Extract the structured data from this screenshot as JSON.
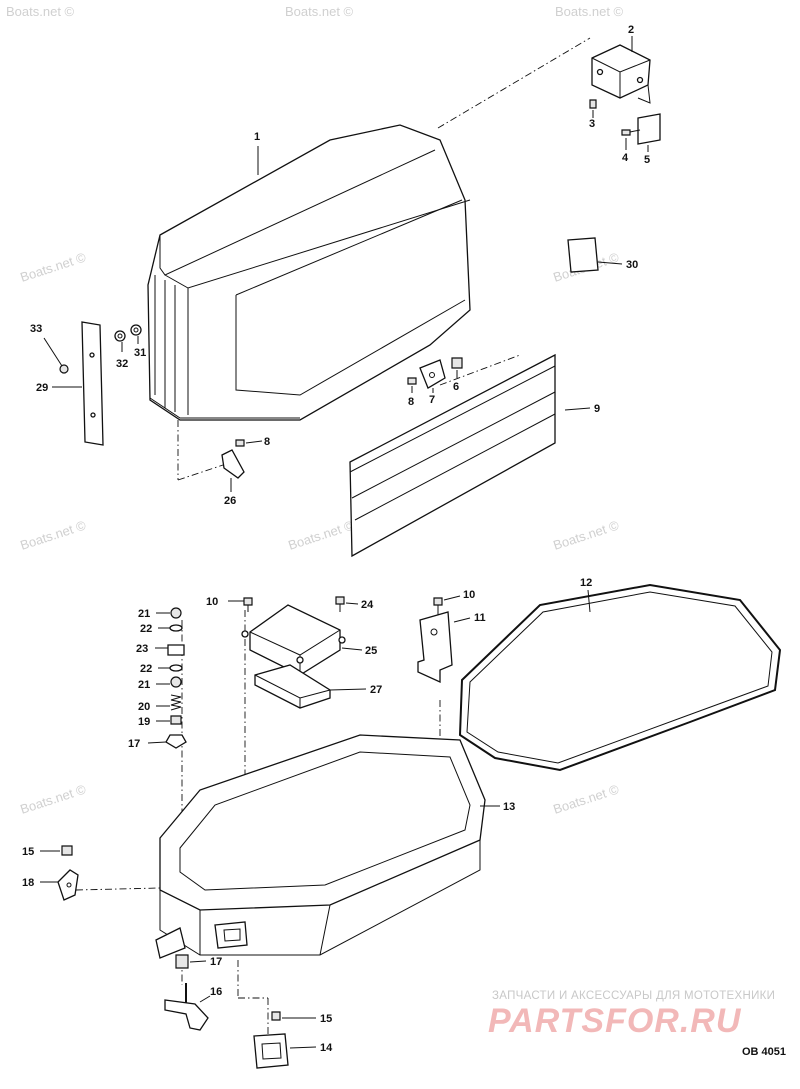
{
  "watermark": "Boats.net ©",
  "drawing_code": "OB 4051",
  "brand": {
    "tagline": "ЗАПЧАСТИ И АКСЕССУАРЫ ДЛЯ МОТОТЕХНИКИ",
    "logo": "PARTSFOR.RU"
  },
  "callouts": [
    "1",
    "2",
    "3",
    "4",
    "5",
    "30",
    "33",
    "31",
    "32",
    "29",
    "8",
    "7",
    "6",
    "9",
    "8",
    "26",
    "10",
    "24",
    "25",
    "27",
    "21",
    "22",
    "23",
    "22",
    "21",
    "20",
    "19",
    "17",
    "10",
    "11",
    "12",
    "13",
    "15",
    "18",
    "17",
    "16",
    "15",
    "14"
  ]
}
